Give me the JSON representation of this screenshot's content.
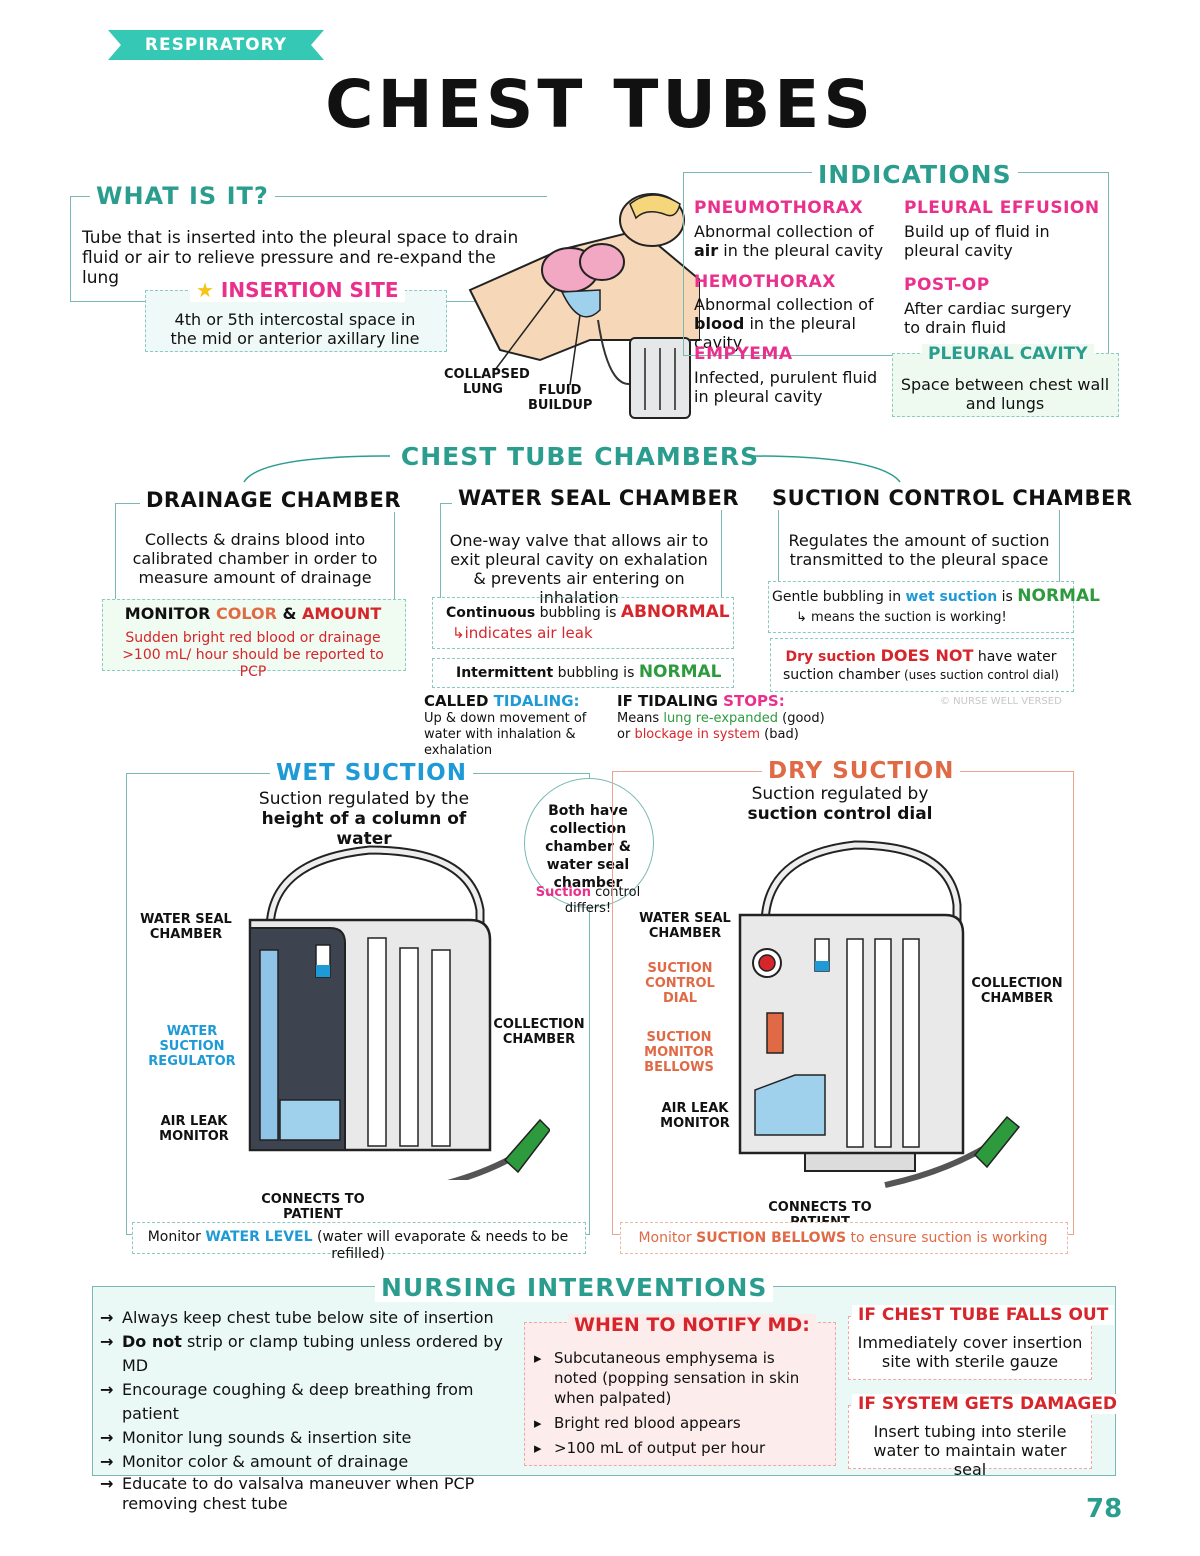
{
  "header": {
    "banner": "RESPIRATORY",
    "title": "CHEST TUBES"
  },
  "what_is_it": {
    "heading": "WHAT IS IT?",
    "text": "Tube that is inserted into the pleural space to drain fluid or air to relieve pressure and re-expand the lung",
    "insertion_heading": "INSERTION SITE",
    "insertion_text": "4th or 5th intercostal space in the mid or anterior axillary line"
  },
  "illustration_labels": {
    "collapsed_lung": "COLLAPSED LUNG",
    "fluid_buildup": "FLUID BUILDUP"
  },
  "indications": {
    "heading": "INDICATIONS",
    "items": [
      {
        "name": "PNEUMOTHORAX",
        "pre": "Abnormal collection of ",
        "bold": "air",
        "post": " in the pleural cavity"
      },
      {
        "name": "PLEURAL EFFUSION",
        "text": "Build up of fluid in pleural cavity"
      },
      {
        "name": "HEMOTHORAX",
        "pre": "Abnormal collection of ",
        "bold": "blood",
        "post": " in the pleural cavity"
      },
      {
        "name": "POST-OP",
        "text": "After cardiac surgery to drain fluid"
      },
      {
        "name": "EMPYEMA",
        "text": "Infected, purulent fluid in pleural cavity"
      }
    ],
    "pleural_cavity_heading": "PLEURAL CAVITY",
    "pleural_cavity_text": "Space between chest wall and lungs"
  },
  "chambers": {
    "heading": "CHEST TUBE CHAMBERS",
    "drainage": {
      "title": "DRAINAGE CHAMBER",
      "text": "Collects & drains blood into calibrated chamber in order to measure amount of drainage",
      "monitor_pre": "MONITOR ",
      "monitor_color": "COLOR",
      "monitor_and": " & ",
      "monitor_amount": "AMOUNT",
      "warning": "Sudden bright red blood or drainage >100 mL/ hour should be reported to PCP"
    },
    "water_seal": {
      "title": "WATER SEAL CHAMBER",
      "text": "One-way valve that allows air to exit pleural cavity on exhalation & prevents air entering on inhalation",
      "continuous_bold": "Continuous",
      "continuous_mid": " bubbling is ",
      "continuous_status": "ABNORMAL",
      "air_leak": "indicates air leak",
      "intermittent_bold": "Intermittent",
      "intermittent_mid": " bubbling is ",
      "intermittent_status": "NORMAL",
      "tidaling_pre": "CALLED ",
      "tidaling_word": "TIDALING:",
      "tidaling_text": "Up & down movement of water with inhalation & exhalation",
      "stops_pre": "IF TIDALING ",
      "stops_word": "STOPS:",
      "stops_line1_pre": "Means ",
      "stops_line1_green": "lung re-expanded",
      "stops_line1_post": " (good)",
      "stops_line2_pre": "or ",
      "stops_line2_red": "blockage in system",
      "stops_line2_post": " (bad)"
    },
    "suction_control": {
      "title": "SUCTION CONTROL CHAMBER",
      "text": "Regulates the amount of suction transmitted to the pleural space",
      "gentle_pre": "Gentle bubbling in ",
      "gentle_blue": "wet suction",
      "gentle_mid": " is ",
      "gentle_status": "NORMAL",
      "gentle_sub": "means the suction is working!",
      "dry_red": "Dry suction ",
      "dry_not": "DOES NOT",
      "dry_post": " have water",
      "dry_line2": "suction chamber",
      "dry_line2_small": " (uses suction control dial)",
      "copyright": "© NURSE WELL VERSED"
    }
  },
  "wet_suction": {
    "heading": "WET SUCTION",
    "sub_pre": "Suction regulated by the ",
    "sub_bold": "height of a column of water",
    "labels": {
      "water_seal": "WATER SEAL CHAMBER",
      "regulator": "WATER SUCTION REGULATOR",
      "air_leak": "AIR LEAK MONITOR",
      "collection": "COLLECTION CHAMBER",
      "patient": "CONNECTS TO PATIENT"
    },
    "monitor_pre": "Monitor ",
    "monitor_key": "WATER LEVEL",
    "monitor_post": " (water will evaporate & needs to be refilled)"
  },
  "both_have": {
    "line1": "Both have collection chamber & water seal chamber",
    "suction": "Suction",
    "rest": " control differs!"
  },
  "dry_suction": {
    "heading": "DRY SUCTION",
    "sub_pre": "Suction regulated by ",
    "sub_bold": "suction control dial",
    "labels": {
      "water_seal": "WATER SEAL CHAMBER",
      "dial": "SUCTION CONTROL DIAL",
      "bellows": "SUCTION MONITOR BELLOWS",
      "air_leak": "AIR LEAK MONITOR",
      "collection": "COLLECTION CHAMBER",
      "patient": "CONNECTS TO PATIENT"
    },
    "monitor_pre": "Monitor ",
    "monitor_key": "SUCTION BELLOWS",
    "monitor_post": " to ensure suction is working"
  },
  "nursing": {
    "heading": "NURSING INTERVENTIONS",
    "items": [
      {
        "bold": "",
        "text": "Always keep chest tube below site of insertion"
      },
      {
        "bold": "Do not",
        "text": " strip or clamp tubing unless ordered by MD"
      },
      {
        "bold": "",
        "text": "Encourage coughing & deep breathing from patient"
      },
      {
        "bold": "",
        "text": "Monitor lung sounds & insertion site"
      },
      {
        "bold": "",
        "text": "Monitor color & amount of drainage"
      },
      {
        "bold": "",
        "text": "Educate to do valsalva maneuver when PCP removing chest tube"
      }
    ],
    "notify_heading": "WHEN TO NOTIFY MD:",
    "notify_items": [
      "Subcutaneous emphysema is noted (popping sensation in skin when palpated)",
      "Bright red blood appears",
      ">100 mL of output per hour"
    ],
    "falls_heading": "IF CHEST TUBE FALLS OUT",
    "falls_text": "Immediately cover insertion site with sterile gauze",
    "damaged_heading": "IF SYSTEM GETS DAMAGED",
    "damaged_text": "Insert tubing into sterile water to maintain water seal"
  },
  "page_number": "78"
}
